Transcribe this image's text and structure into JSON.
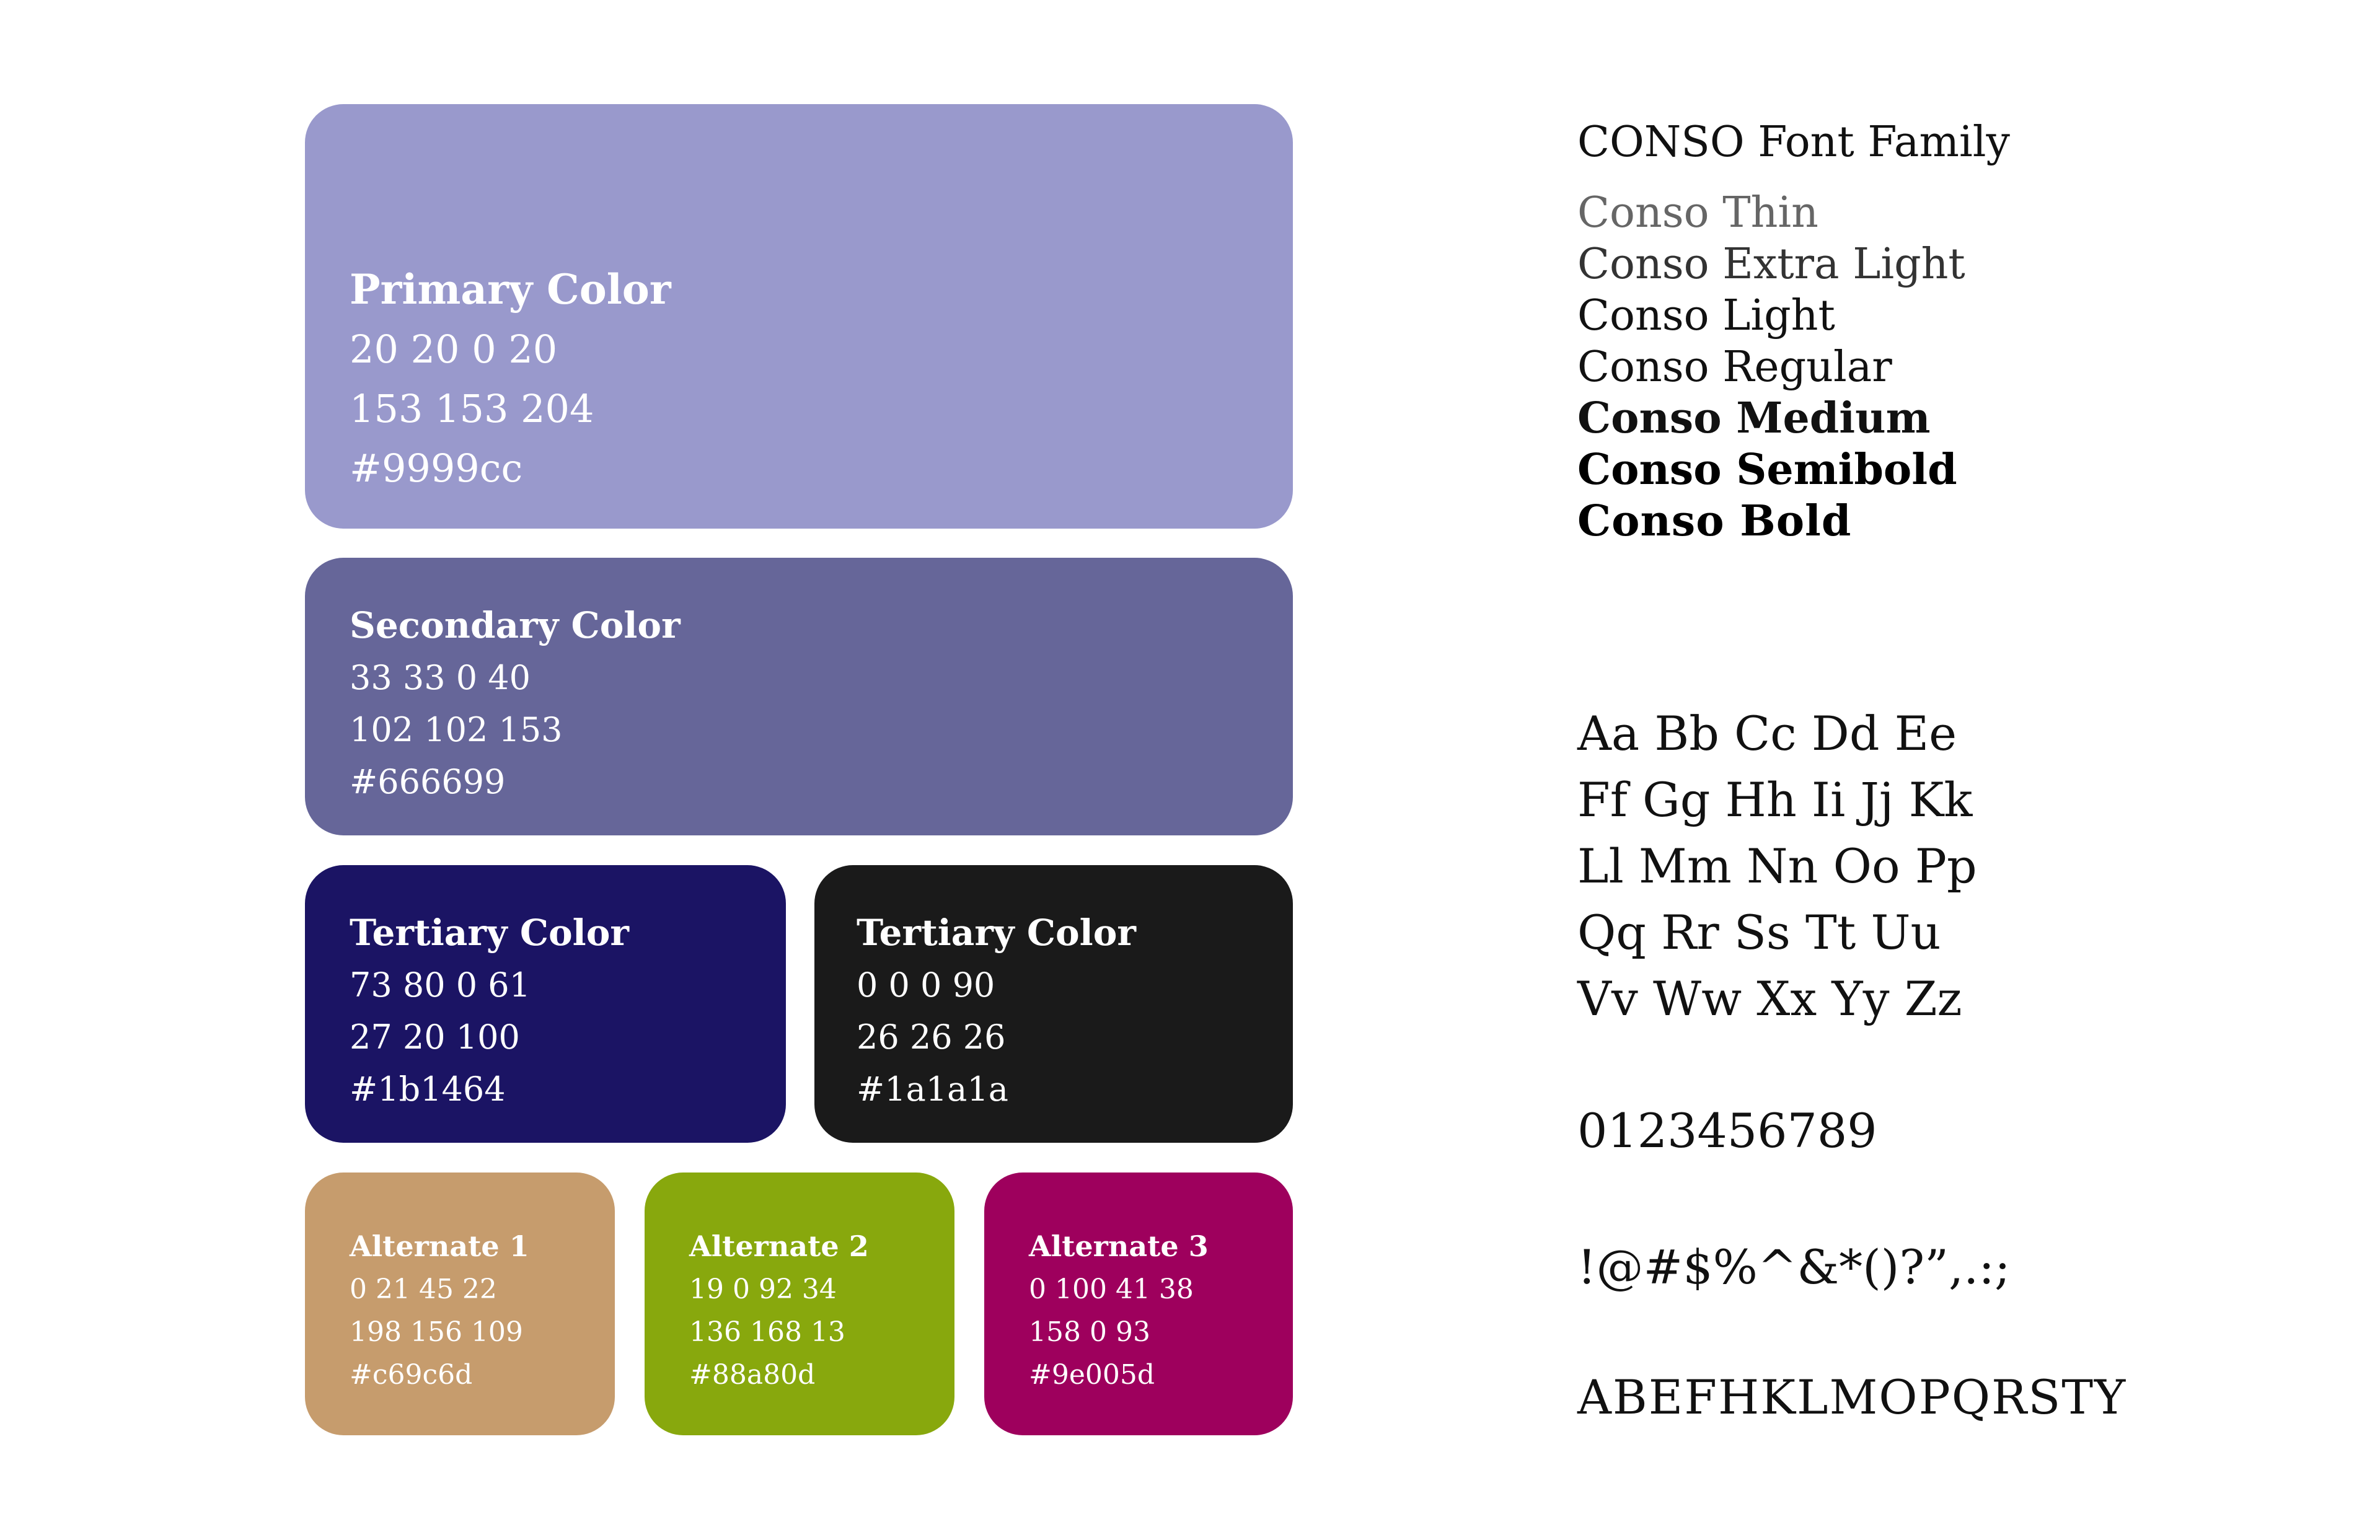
{
  "swatches": {
    "primary": {
      "title": "Primary Color",
      "cmyk": "20 20 0 20",
      "rgb": "153 153 204",
      "hex": "#9999cc",
      "color": "#9999cc"
    },
    "secondary": {
      "title": "Secondary Color",
      "cmyk": "33 33 0 40",
      "rgb": "102 102 153",
      "hex": "#666699",
      "color": "#666699"
    },
    "tertiary_a": {
      "title": "Tertiary Color",
      "cmyk": "73 80 0 61",
      "rgb": "27 20 100",
      "hex": "#1b1464",
      "color": "#1b1464"
    },
    "tertiary_b": {
      "title": "Tertiary Color",
      "cmyk": "0 0 0 90",
      "rgb": "26 26 26",
      "hex": "#1a1a1a",
      "color": "#1a1a1a"
    },
    "alt1": {
      "title": "Alternate 1",
      "cmyk": "0 21 45 22",
      "rgb": "198 156 109",
      "hex": "#c69c6d",
      "color": "#c69c6d"
    },
    "alt2": {
      "title": "Alternate 2",
      "cmyk": "19 0 92 34",
      "rgb": "136 168 13",
      "hex": "#88a80d",
      "color": "#88a80d"
    },
    "alt3": {
      "title": "Alternate 3",
      "cmyk": "0 100 41 38",
      "rgb": "158 0 93",
      "hex": "#9e005d",
      "color": "#9e005d"
    }
  },
  "typography": {
    "family_title": "CONSO Font Family",
    "weights": [
      "Conso Thin",
      "Conso Extra Light",
      "Conso Light",
      "Conso Regular",
      "Conso Medium",
      "Conso Semibold",
      "Conso Bold"
    ],
    "alphabet": [
      "Aa Bb Cc Dd Ee",
      "Ff Gg Hh Ii Jj Kk",
      "Ll Mm Nn Oo Pp",
      "Qq Rr Ss Tt Uu",
      "Vv Ww Xx Yy Zz"
    ],
    "digits": "0123456789",
    "symbols": "!@#$%^&*()?”,.:;",
    "caps": "ABEFHKLMOPQRSTY"
  }
}
